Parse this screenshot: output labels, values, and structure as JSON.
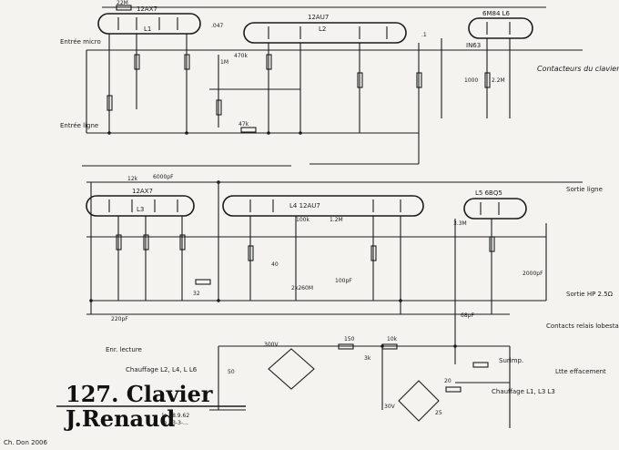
{
  "title": {
    "number_title": "127. Clavier",
    "author": "J.Renaud",
    "date_line1": "le 18.9.62",
    "date_line2": "le 23-3-...",
    "credit": "Ch. Don  2006"
  },
  "tubes": [
    {
      "id": "v1",
      "label": "12AX7",
      "section": "L1"
    },
    {
      "id": "v2",
      "label": "12AU7",
      "section": "L2"
    },
    {
      "id": "v3",
      "label": "6M84 L6",
      "section": ""
    },
    {
      "id": "v4",
      "label": "12AX7",
      "section": "L3"
    },
    {
      "id": "v5",
      "label": "L4 12AU7",
      "section": ""
    },
    {
      "id": "v6",
      "label": "L5 6BQ5",
      "section": ""
    }
  ],
  "labels": {
    "entree_micro": "Entrée micro",
    "entree_ligne": "Entrée ligne",
    "contacteurs": "Contacteurs du clavier figurés en position lecture",
    "sortie_ligne": "Sortie ligne",
    "sortie_hp": "Sortie HP 2.5Ω",
    "contacts_relais": "Contacts relais lobestan",
    "enr_lecture": "Enr. lecture",
    "chauffage_left": "Chauffage L2, L4, L L6",
    "chauffage_right": "Chauffage L1, L3 L3",
    "effacement": "Ltte effacement",
    "surimp": "Surimp.",
    "diode": "IN63"
  },
  "components": [
    {
      "v": "22M"
    },
    {
      "v": ".047"
    },
    {
      "v": "470k"
    },
    {
      "v": "47k"
    },
    {
      "v": "12k"
    },
    {
      "v": "6000pF"
    },
    {
      "v": "100k"
    },
    {
      "v": "2x260M"
    },
    {
      "v": "100pF"
    },
    {
      "v": "2000pF"
    },
    {
      "v": "68pF"
    },
    {
      "v": "3.3M"
    },
    {
      "v": "220pF"
    },
    {
      "v": "32"
    },
    {
      "v": "50"
    },
    {
      "v": "150"
    },
    {
      "v": "10k"
    },
    {
      "v": "3k"
    },
    {
      "v": "1000"
    },
    {
      "v": ".1"
    },
    {
      "v": "1M"
    },
    {
      "v": "2.2M"
    },
    {
      "v": "300V"
    },
    {
      "v": "30V"
    },
    {
      "v": "20"
    },
    {
      "v": "25"
    },
    {
      "v": "40"
    },
    {
      "v": "1.2M"
    }
  ]
}
